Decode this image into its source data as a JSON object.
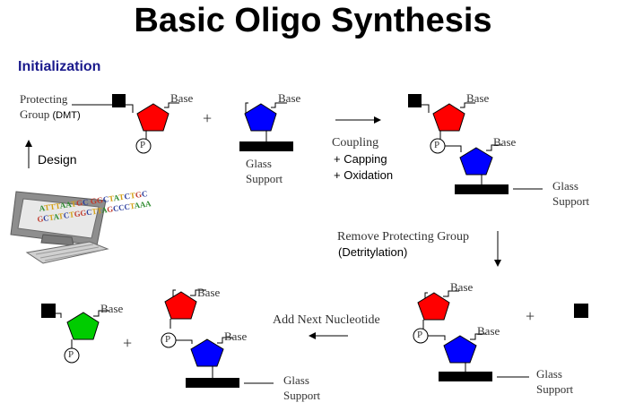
{
  "title": "Basic Oligo Synthesis",
  "subtitle": "Initialization",
  "labels": {
    "protecting": "Protecting",
    "group": "Group",
    "dmt": "(DMT)",
    "design": "Design",
    "base": "Base",
    "p": "P",
    "glass": "Glass",
    "support": "Support",
    "coupling": "Coupling",
    "capping": "+ Capping",
    "oxidation": "+ Oxidation",
    "remove_protecting_group": "Remove Protecting Group",
    "detritylation": "(Detritylation)",
    "add_next_nucleotide": "Add Next Nucleotide",
    "plus": "+"
  },
  "sequences": {
    "line1": "ATTTAATGC GGCTATCTGC",
    "line2": "GCTATCTGGCTTAGCCCTAAA"
  },
  "colors": {
    "red_nucleotide": "#ff0000",
    "blue_nucleotide": "#0000ff",
    "green_nucleotide": "#00cc00",
    "support": "#000000",
    "title": "#000000",
    "subtitle": "#1a1a8c",
    "base_a": "#2e8b2e",
    "base_t": "#d4a017",
    "base_g": "#c0392b",
    "base_c": "#2c3e9e"
  }
}
